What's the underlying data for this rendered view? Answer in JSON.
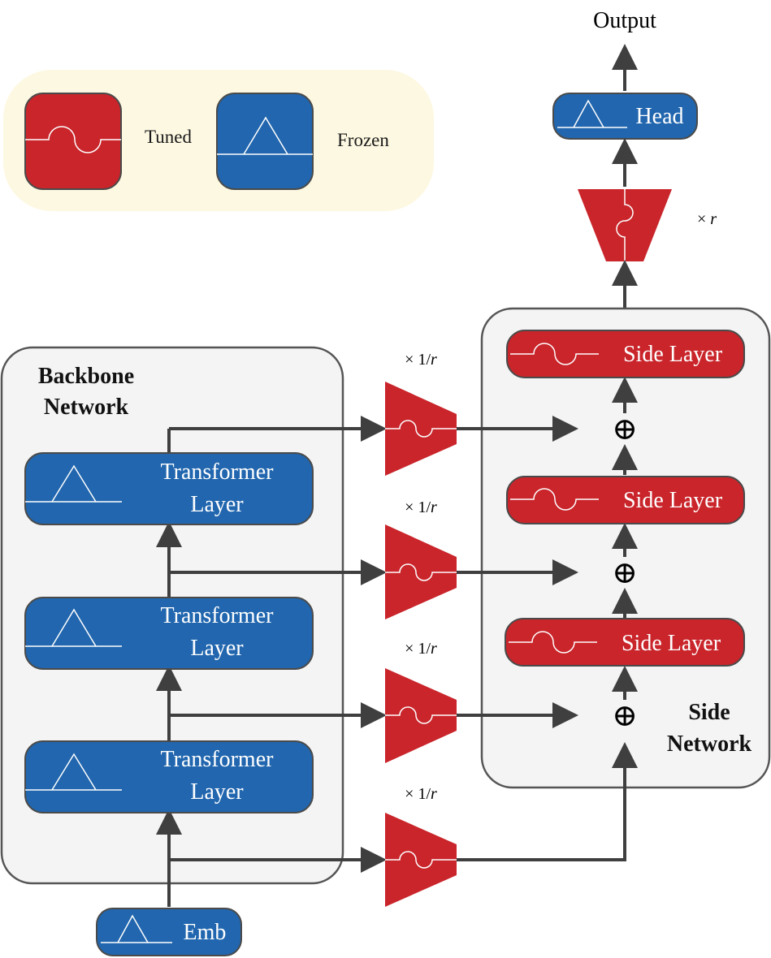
{
  "title": "Output",
  "legend": {
    "tuned_label": "Tuned",
    "frozen_label": "Frozen"
  },
  "backbone": {
    "title_line1": "Backbone",
    "title_line2": "Network",
    "layers": [
      {
        "line1": "Transformer",
        "line2": "Layer"
      },
      {
        "line1": "Transformer",
        "line2": "Layer"
      },
      {
        "line1": "Transformer",
        "line2": "Layer"
      }
    ],
    "embedding_label": "Emb"
  },
  "side": {
    "title_line1": "Side",
    "title_line2": "Network",
    "layers": [
      {
        "label": "Side Layer"
      },
      {
        "label": "Side Layer"
      },
      {
        "label": "Side Layer"
      }
    ],
    "sum_symbol": "⊕",
    "head_label": "Head"
  },
  "downsample": {
    "factor_prefix": "× 1/",
    "factor_var": "r"
  },
  "upsample": {
    "factor_prefix": "× ",
    "factor_var": "r"
  },
  "colors": {
    "tuned": "#c9252b",
    "frozen": "#2166ae",
    "legend_bg": "#fdf8e1",
    "panel_bg": "#f4f4f4",
    "arrow": "#3f3f3f"
  }
}
